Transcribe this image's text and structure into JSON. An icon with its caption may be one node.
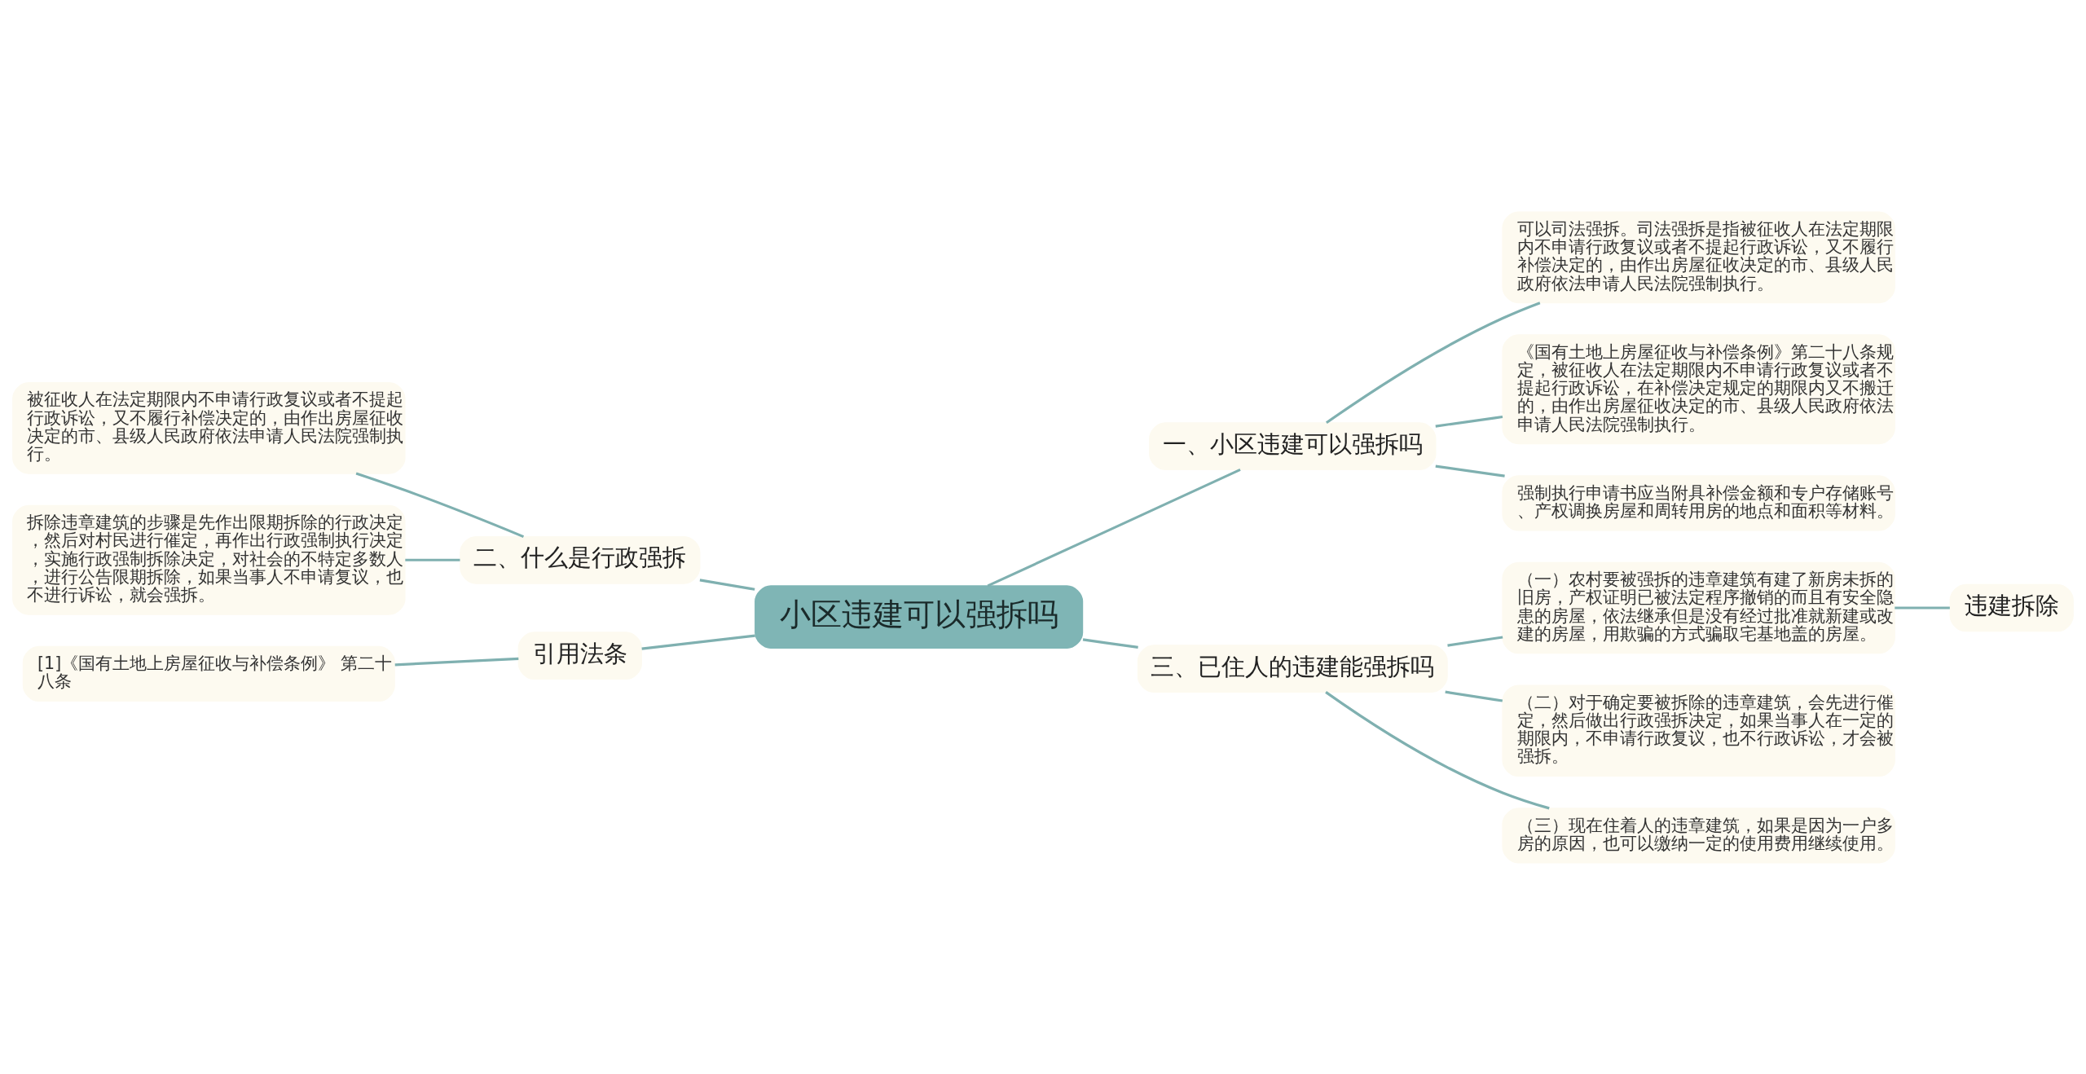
{
  "diagram": {
    "nodes": [
      {
        "text": [
          "小区违建可以强拆吗"
        ]
      },
      {
        "text": [
          "二、什么是行政强拆"
        ]
      },
      {
        "text": [
          "被征收人在法定期限内不申请行政复议或者不提起行政诉讼，又不履行补偿决定的，由作出房屋征收决定的市、县级人民政府依法申请人民法院强制执行。"
        ]
      },
      {
        "text": [
          "拆除违章建筑的步骤是先作出限期拆除的行政决定，然后对村民进行催定，再作出行政强制执行决定，实施行政强制拆除决定，对社会的不特定多数人，进行公告限期拆除，如果当事人不申请复议，也不进行诉讼，就会强拆。"
        ]
      },
      {
        "text": [
          "引用法条"
        ]
      },
      {
        "text": [
          "[1]《国有土地上房屋征收与补偿条例》 第二十八条"
        ]
      },
      {
        "text": [
          "一、小区违建可以强拆吗"
        ]
      },
      {
        "text": [
          "可以司法强拆。司法强拆是指被征收人在法定期限内不申请行政复议或者不提起行政诉讼，又不履行补偿决定的，由作出房屋征收决定的市、县级人民政府依法申请人民法院强制执行。"
        ]
      },
      {
        "text": [
          "《国有土地上房屋征收与补偿条例》第二十八条规定，被征收人在法定期限内不申请行政复议或者不提起行政诉讼，在补偿决定规定的期限内又不搬迁的，由作出房屋征收决定的市、县级人民政府依法申请人民法院强制执行。"
        ]
      },
      {
        "text": [
          "强制执行申请书应当附具补偿金额和专户存储账号、产权调换房屋和周转用房的地点和面积等材料。"
        ]
      },
      {
        "text": [
          "三、已住人的违建能强拆吗"
        ]
      },
      {
        "text": [
          "（一）农村要被强拆的违章建筑有建了新房未拆的旧房，产权证明已被法定程序撤销的而且有安全隐患的房屋，依法继承但是没有经过批准就新建或改建的房屋，用欺骗的方式骗取宅基地盖的房屋。"
        ]
      },
      {
        "text": [
          "违建拆除"
        ]
      },
      {
        "text": [
          "（二）对于确定要被拆除的违章建筑，会先进行催定，然后做出行政强拆决定，如果当事人在一定的期限内，不申请行政复议，也不行政诉讼，才会被强拆。"
        ]
      },
      {
        "text": [
          "（三）现在住着人的违章建筑，如果是因为一户多房的原因，也可以缴纳一定的使用费用继续使用。"
        ]
      }
    ],
    "edges": [
      {
        "from": 0,
        "to": 1,
        "arrow": "none"
      },
      {
        "from": 1,
        "to": 2,
        "arrow": "none"
      },
      {
        "from": 1,
        "to": 3,
        "arrow": "none"
      },
      {
        "from": 0,
        "to": 4,
        "arrow": "none"
      },
      {
        "from": 4,
        "to": 5,
        "arrow": "none"
      },
      {
        "from": 0,
        "to": 6,
        "arrow": "none"
      },
      {
        "from": 6,
        "to": 7,
        "arrow": "none"
      },
      {
        "from": 6,
        "to": 8,
        "arrow": "none"
      },
      {
        "from": 6,
        "to": 9,
        "arrow": "none"
      },
      {
        "from": 0,
        "to": 10,
        "arrow": "none"
      },
      {
        "from": 10,
        "to": 11,
        "arrow": "none"
      },
      {
        "from": 11,
        "to": 12,
        "arrow": "none"
      },
      {
        "from": 10,
        "to": 13,
        "arrow": "none"
      },
      {
        "from": 10,
        "to": 14,
        "arrow": "none"
      }
    ]
  }
}
